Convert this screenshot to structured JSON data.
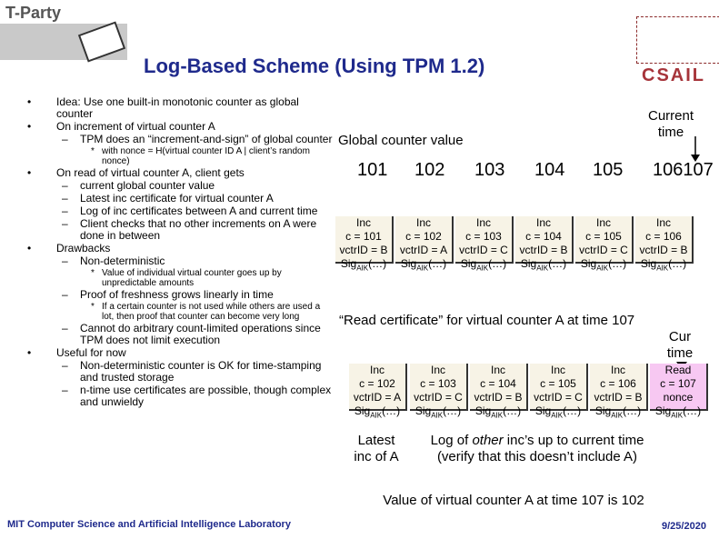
{
  "brand": "T-Party",
  "title": "Log-Based Scheme (Using TPM 1.2)",
  "csail": "CSAIL",
  "bullets": [
    {
      "lvl": 1,
      "t": "Idea: Use one built-in monotonic counter as global counter"
    },
    {
      "lvl": 1,
      "t": "On increment of virtual counter A"
    },
    {
      "lvl": 2,
      "t": "TPM does an “increment-and-sign” of global counter"
    },
    {
      "lvl": 3,
      "t": "with nonce = H(virtual counter ID A | client’s random nonce)"
    },
    {
      "lvl": 1,
      "t": "On read of virtual counter A, client gets"
    },
    {
      "lvl": 2,
      "t": "current global counter value"
    },
    {
      "lvl": 2,
      "t": "Latest inc certificate for virtual counter A"
    },
    {
      "lvl": 2,
      "t": "Log of inc certificates between A and current time"
    },
    {
      "lvl": 2,
      "t": "Client checks that no other increments on A were done in between"
    },
    {
      "lvl": 1,
      "t": "Drawbacks"
    },
    {
      "lvl": 2,
      "t": "Non-deterministic"
    },
    {
      "lvl": 3,
      "t": "Value of individual virtual counter goes up by unpredictable amounts"
    },
    {
      "lvl": 2,
      "t": "Proof of freshness grows linearly in time"
    },
    {
      "lvl": 3,
      "t": "If a certain counter is not used while others are used a lot, then proof that counter can become very long"
    },
    {
      "lvl": 2,
      "t": "Cannot do arbitrary count-limited operations since TPM does not limit execution"
    },
    {
      "lvl": 1,
      "t": "Useful for now"
    },
    {
      "lvl": 2,
      "t": "Non-deterministic counter is OK for time-stamping and trusted storage"
    },
    {
      "lvl": 2,
      "t": "n-time use certificates are possible, though complex and unwieldy"
    }
  ],
  "current_time_label": "Current time",
  "global_counter_label": "Global counter value",
  "global_values": [
    "101",
    "102",
    "103",
    "104",
    "105",
    "106107"
  ],
  "top_cards": [
    {
      "h": "Inc",
      "c": "c = 101",
      "v": "vctrID = B"
    },
    {
      "h": "Inc",
      "c": "c = 102",
      "v": "vctrID = A"
    },
    {
      "h": "Inc",
      "c": "c = 103",
      "v": "vctrID = C"
    },
    {
      "h": "Inc",
      "c": "c = 104",
      "v": "vctrID = B"
    },
    {
      "h": "Inc",
      "c": "c = 105",
      "v": "vctrID = C"
    },
    {
      "h": "Inc",
      "c": "c = 106",
      "v": "vctrID = B"
    }
  ],
  "sig": "Sig",
  "sig_sub": "AIK",
  "sig_args": "(…)",
  "read_cert_label": "“Read certificate” for virtual counter A at time 107",
  "cur_time_label": "Cur time",
  "bottom_cards": [
    {
      "h": "Inc",
      "c": "c = 102",
      "v": "vctrID = A"
    },
    {
      "h": "Inc",
      "c": "c = 103",
      "v": "vctrID = C"
    },
    {
      "h": "Inc",
      "c": "c = 104",
      "v": "vctrID = B"
    },
    {
      "h": "Inc",
      "c": "c = 105",
      "v": "vctrID = C"
    },
    {
      "h": "Inc",
      "c": "c = 106",
      "v": "vctrID = B"
    }
  ],
  "read_card": {
    "h": "Read",
    "c": "c = 107",
    "v": "nonce"
  },
  "latest_inc": "Latest inc of A",
  "log_text_pre": "Log of ",
  "log_text_em": "other",
  "log_text_post": " inc’s up to current time (verify that this doesn’t include A)",
  "value_text": "Value of virtual counter A at time 107 is 102",
  "footer": "MIT Computer Science and Artificial Intelligence Laboratory",
  "date": "9/25/2020",
  "colors": {
    "title": "#1f2a8c",
    "card": "#f7f3e6",
    "read_card": "#f7c8f2",
    "csail": "#a6343a"
  }
}
